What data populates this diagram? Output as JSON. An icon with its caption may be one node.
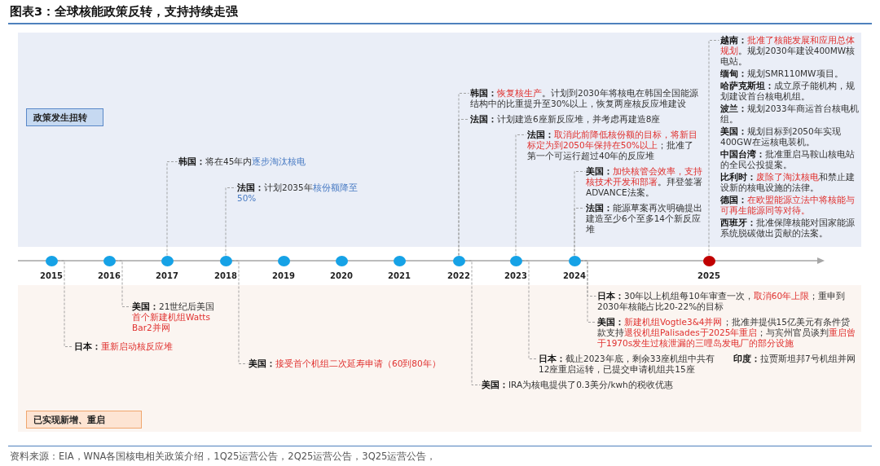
{
  "diagram": {
    "title": "图表3：全球核能政策反转，支持持续走强",
    "caption": "资料来源：EIA，WNA各国核电相关政策介绍，1Q25运营公告，2Q25运营公告，3Q25运营公告，",
    "nodes": [
      {
        "text": [],
        "shape": "box"
      },
      {
        "text": [
          "政策发生扭转"
        ],
        "in": 0
      },
      {
        "text": [
          "**韩国：**将在45年内逐步淘汰核电"
        ],
        "in": 0
      },
      {
        "text": [
          "**法国：**计划2035年核份额降至50%"
        ],
        "in": 0
      },
      {
        "text": [
          "**韩国：**恢复核生产。计划到2030年将核电在韩国全国能源结构中的比重提升至30%以上，恢复两座核反应堆建设"
        ],
        "in": 0
      },
      {
        "text": [
          "**法国：**计划建造6座新反应堆，并考虑再建造8座"
        ],
        "in": 0
      },
      {
        "text": [
          "**法国：**取消此前降低核份额的目标，将新目标定为到2050年保持在50%以上；批准了第一个可运行超过40年的反应堆"
        ],
        "in": 0
      },
      {
        "text": [
          "**美国：**加快核管会效率，支持核技术开发和部署。拜登签署ADVANCE法案。"
        ],
        "in": 0
      },
      {
        "text": [
          "**法国：**能源草案再次明确提出建造至少6个至多14个新反应堆"
        ],
        "in": 0
      },
      {
        "text": [
          "**越南：**批准了核能发展和应用总体规划。规划2030年建设400MW核电站。",
          "**缅甸：**规划SMR110MW项目。",
          "**哈萨克斯坦：**成立原子能机构，规划建设首台核电机组。",
          "**波兰：**规划2033年商运首台核电机组。",
          "**美国：**规划目标到2050年实现400GW在运核电装机。",
          "**中国台湾：**批准重启马鞍山核电站的全民公投提案。",
          "**比利时：**废除了淘汰核电和禁止建设新的核电设施的法律。",
          "**德国：**在欧盟能源立法中将核能与可再生能源同等对待。",
          "**西班牙：**批准保障核能对国家能源系统脱碳做出贡献的法案。"
        ],
        "in": 0
      },
      {
        "text": [],
        "shape": "circle",
        "beside": [
          "2015"
        ]
      },
      {
        "text": [],
        "shape": "circle",
        "beside": [
          "2016"
        ]
      },
      {
        "text": [],
        "shape": "circle",
        "beside": [
          "2017"
        ]
      },
      {
        "text": [],
        "shape": "circle",
        "beside": [
          "2018"
        ]
      },
      {
        "text": [],
        "shape": "circle",
        "beside": [
          "2019"
        ]
      },
      {
        "text": [],
        "shape": "circle",
        "beside": [
          "2020"
        ]
      },
      {
        "text": [],
        "shape": "circle",
        "beside": [
          "2021"
        ]
      },
      {
        "text": [],
        "shape": "circle",
        "beside": [
          "2022"
        ]
      },
      {
        "text": [],
        "shape": "circle",
        "beside": [
          "2023"
        ]
      },
      {
        "text": [],
        "shape": "circle",
        "beside": [
          "2024"
        ]
      },
      {
        "text": [],
        "shape": "circle",
        "beside": [
          "2025"
        ]
      },
      {
        "text": [],
        "shape": "box"
      },
      {
        "text": [
          "**日本：**重新启动核反应堆"
        ],
        "in": 21
      },
      {
        "text": [
          "**美国：**21世纪后美国首个新建机组Watts Bar2并网"
        ],
        "in": 21
      },
      {
        "text": [
          "**美国：**接受首个机组二次延寿申请（60到80年）"
        ],
        "in": 21
      },
      {
        "text": [
          "**美国：**IRA为核电提供了0.3美分/kwh的税收优惠"
        ],
        "in": 21
      },
      {
        "text": [
          "**日本：**截止2023年底，剩余33座机组中共有12座重启运转，已提交申请机组共15座"
        ],
        "in": 21
      },
      {
        "text": [
          "**日本：**30年以上机组每10年审查一次，取消60年上限；重申到2030年核能占比20-22%的目标"
        ],
        "in": 21
      },
      {
        "text": [
          "**美国：**新建机组Vogtle3&4并网；批准并提供15亿美元有条件贷款支持退役机组Palisades于2025年重启；与宾州官员谈判重启曾于1970s发生过核泄漏的三哩岛发电厂的部分设施"
        ],
        "in": 21
      },
      {
        "text": [
          "已实现新增、重启"
        ],
        "in": 21
      }
    ],
    "edges": [
      {
        "from": 12,
        "to": 2,
        "arrow": "none",
        "style": "dashed"
      },
      {
        "from": 13,
        "to": 3,
        "arrow": "none",
        "style": "dashed"
      },
      {
        "from": 17,
        "to": 4,
        "arrow": "none",
        "style": "dashed"
      },
      {
        "from": 17,
        "to": 5,
        "arrow": "none",
        "style": "dashed"
      },
      {
        "from": 18,
        "to": 6,
        "arrow": "none",
        "style": "dashed"
      },
      {
        "from": 19,
        "to": 7,
        "arrow": "none",
        "style": "dashed"
      },
      {
        "from": 19,
        "to": 8,
        "arrow": "none",
        "style": "dashed"
      },
      {
        "from": 20,
        "to": 9,
        "arrow": "none",
        "style": "dashed"
      },
      {
        "from": 10,
        "to": 22,
        "arrow": "none",
        "style": "dashed"
      },
      {
        "from": 11,
        "to": 23,
        "arrow": "none",
        "style": "dashed"
      },
      {
        "from": 13,
        "to": 24,
        "arrow": "none",
        "style": "dashed"
      },
      {
        "from": 17,
        "to": 25,
        "arrow": "none",
        "style": "dashed"
      },
      {
        "from": 18,
        "to": 26,
        "arrow": "none",
        "style": "dashed"
      },
      {
        "from": 19,
        "to": 27,
        "arrow": "none",
        "style": "dashed"
      },
      {
        "from": 19,
        "to": 28,
        "arrow": "none",
        "style": "dashed"
      }
    ],
    "labels": [
      "**印度：**拉贾斯坦邦7号机组并网"
    ]
  }
}
